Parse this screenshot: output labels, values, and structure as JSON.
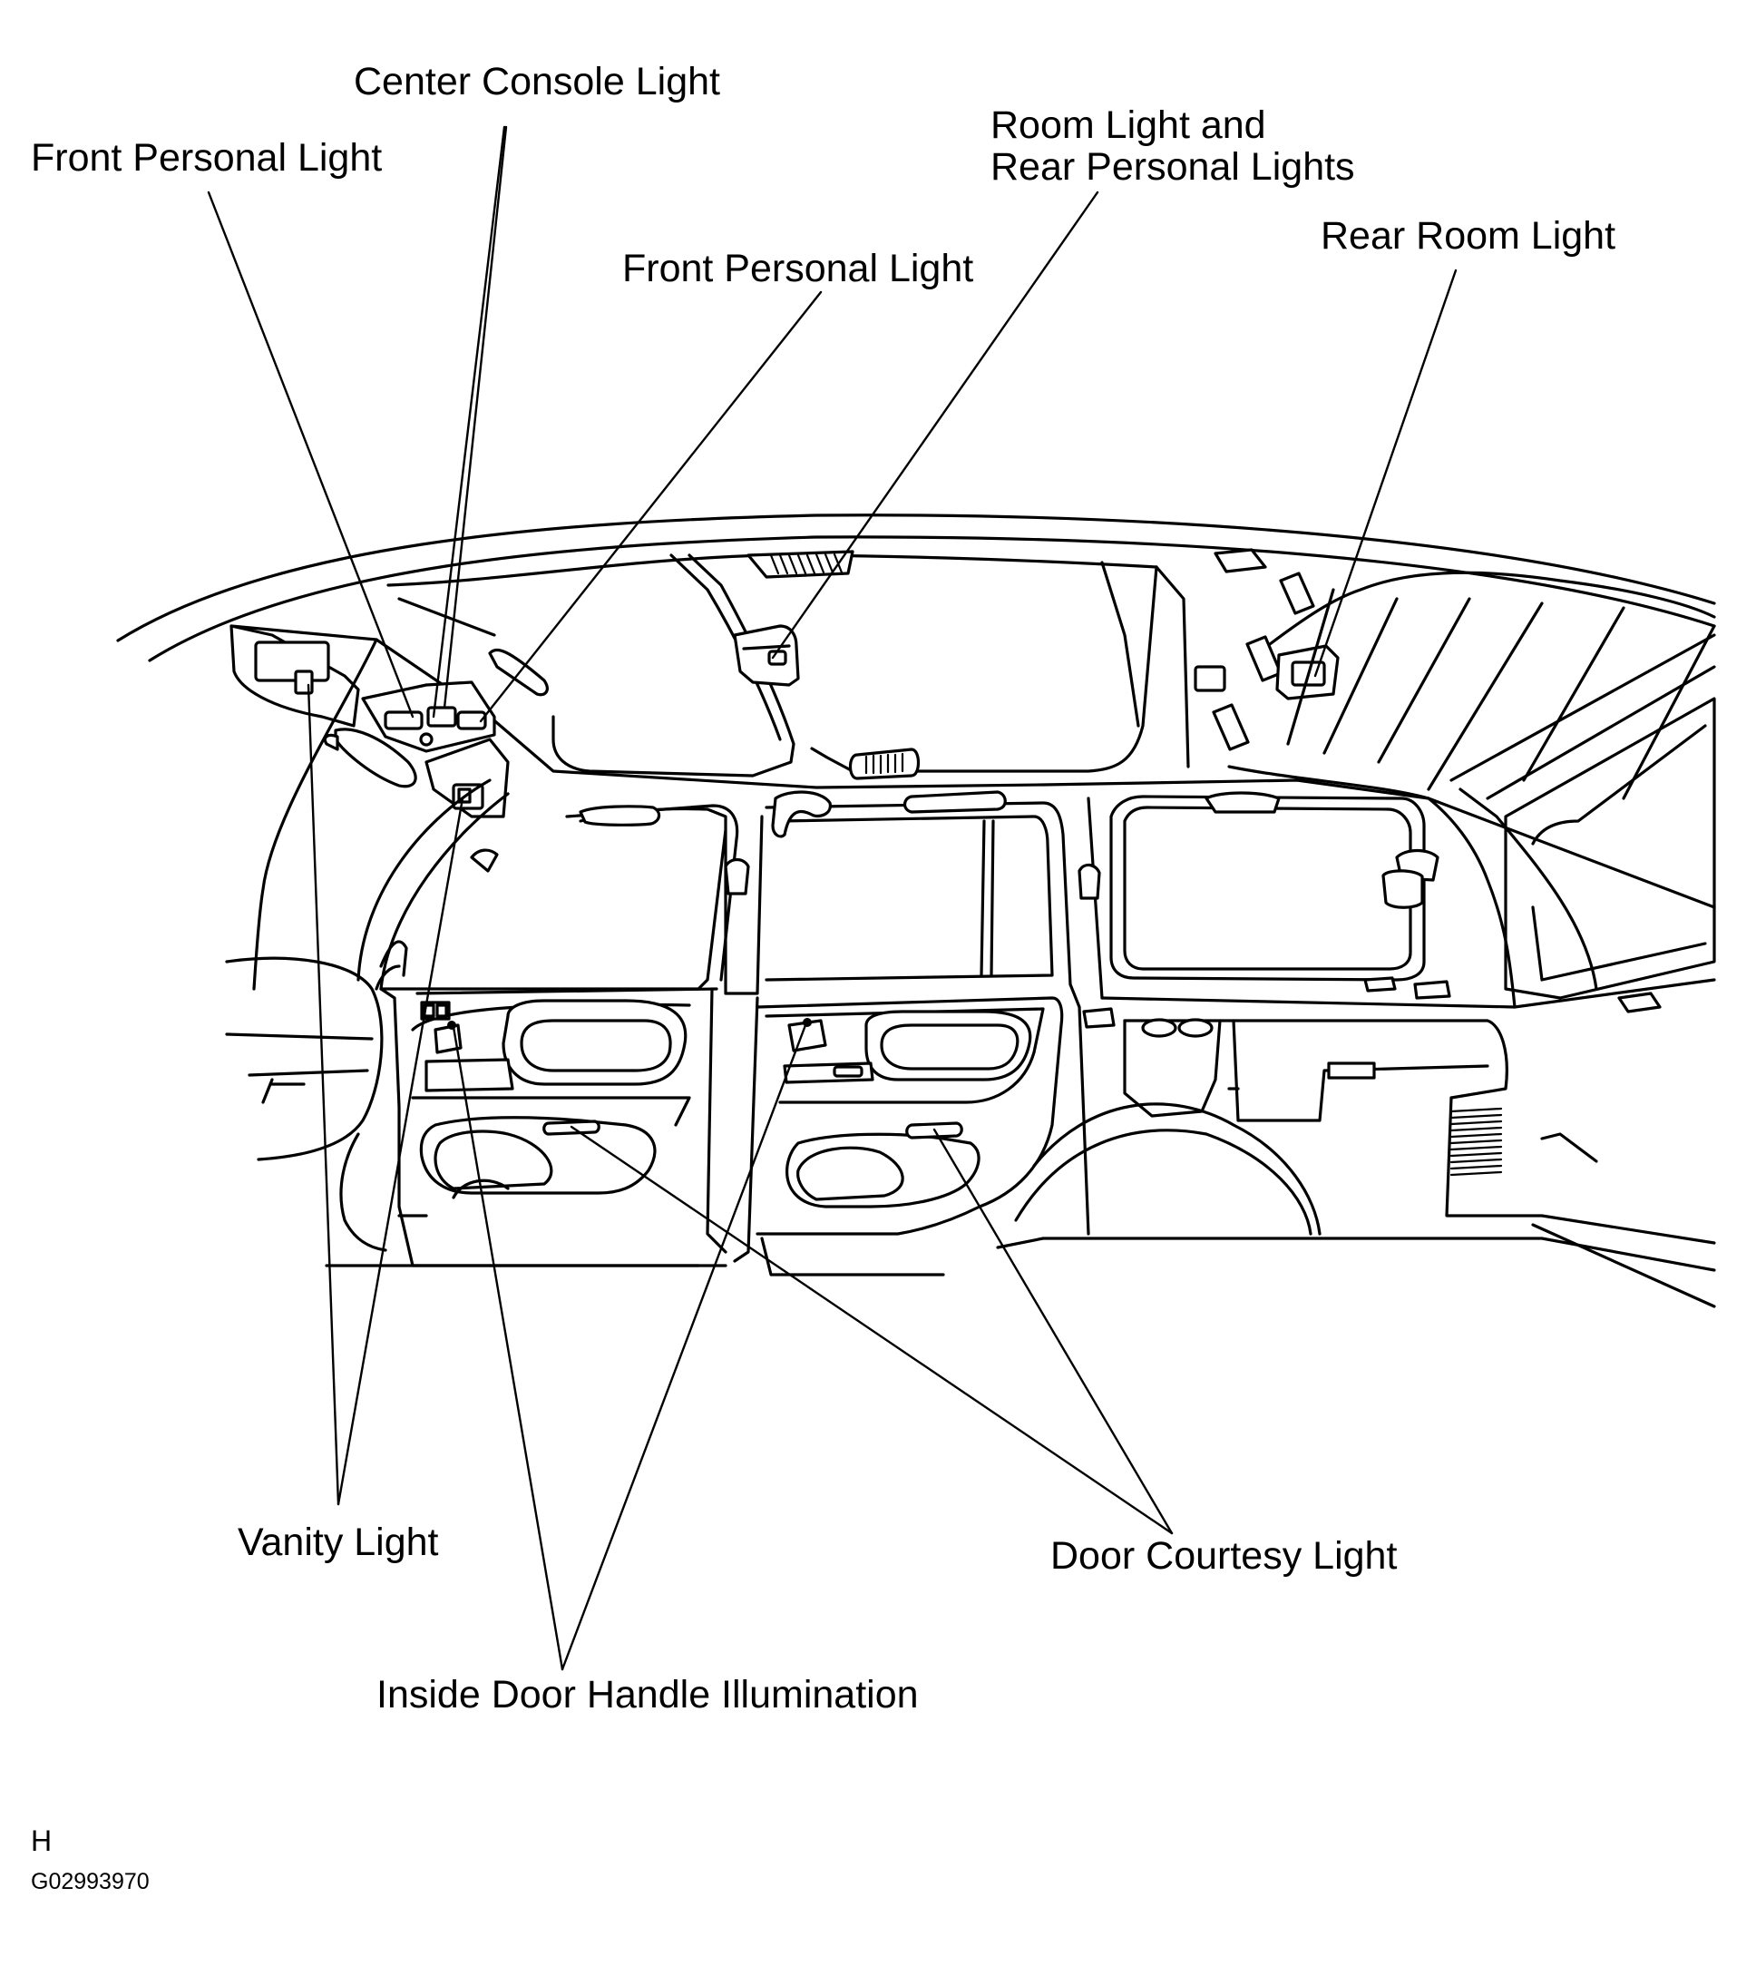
{
  "labels": {
    "center_console_light": "Center Console Light",
    "front_personal_light_left": "Front Personal Light",
    "front_personal_light_right": "Front Personal Light",
    "room_light_line1": "Room Light and",
    "room_light_line2": "Rear Personal Lights",
    "rear_room_light": "Rear Room Light",
    "vanity_light": "Vanity Light",
    "door_courtesy_light": "Door Courtesy Light",
    "inside_door_handle_illumination": "Inside Door Handle Illumination"
  },
  "footer": {
    "section_letter": "H",
    "figure_code": "G02993970"
  }
}
